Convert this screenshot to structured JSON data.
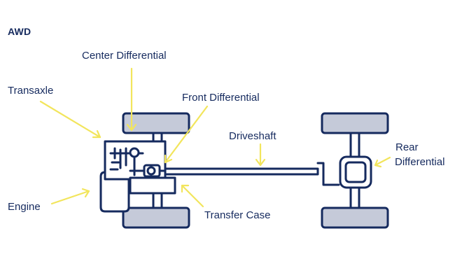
{
  "title": "AWD",
  "labels": {
    "center_differential": "Center Differential",
    "transaxle": "Transaxle",
    "front_differential": "Front Differential",
    "driveshaft": "Driveshaft",
    "rear": "Rear",
    "differential": "Differential",
    "engine": "Engine",
    "transfer_case": "Transfer Case"
  },
  "colors": {
    "outline": "#152a5e",
    "wheel_fill": "#c5cad9",
    "arrow": "#f2e55c",
    "text": "#152a5e"
  }
}
